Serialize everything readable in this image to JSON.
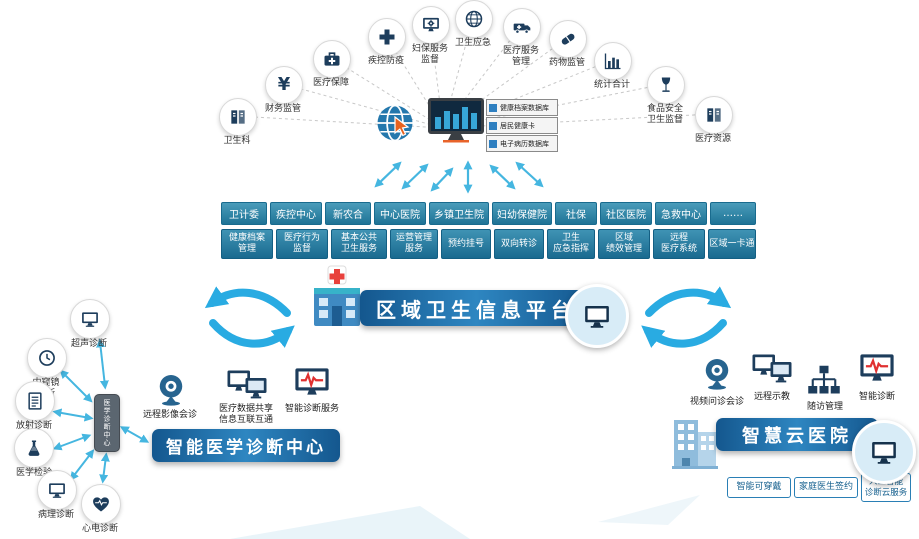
{
  "colors": {
    "accent": "#29abe2",
    "navy": "#1d3d5c",
    "banner_blue": "#14578e",
    "button_teal": "#2e86a8"
  },
  "top_icons": [
    {
      "label": "卫生科",
      "icon": "book-icon"
    },
    {
      "label": "财务监管",
      "icon": "yen-icon"
    },
    {
      "label": "医疗保障",
      "icon": "medkit-icon"
    },
    {
      "label": "疾控防疫",
      "icon": "cross-icon"
    },
    {
      "label": "妇保服务\n监督",
      "icon": "screen-gear-icon"
    },
    {
      "label": "卫生应急",
      "icon": "globe-icon"
    },
    {
      "label": "医疗服务\n管理",
      "icon": "ambulance-icon"
    },
    {
      "label": "药物监管",
      "icon": "pill-icon"
    },
    {
      "label": "统计合计",
      "icon": "chart-icon"
    },
    {
      "label": "食品安全\n卫生监督",
      "icon": "wine-glass-icon"
    },
    {
      "label": "医疗资源",
      "icon": "book-icon"
    }
  ],
  "hub": {
    "databases": [
      "健康档案数据库",
      "居民健康卡",
      "电子病历数据库"
    ]
  },
  "org_buttons": [
    "卫计委",
    "疾控中心",
    "新农合",
    "中心医院",
    "乡镇卫生院",
    "妇幼保健院",
    "社保",
    "社区医院",
    "急救中心",
    "……"
  ],
  "service_buttons": [
    "健康档案\n管理",
    "医疗行为\n监督",
    "基本公共\n卫生服务",
    "运营管理\n服务",
    "预约挂号",
    "双向转诊",
    "卫生\n应急指挥",
    "区域\n绩效管理",
    "远程\n医疗系统",
    "区域一卡通"
  ],
  "platform": {
    "title": "区域卫生信息平台"
  },
  "diagnosis_center": {
    "satellites": [
      "超声诊断",
      "内窥镜\n诊断",
      "放射诊断",
      "医学检验",
      "病理诊断",
      "心电诊断"
    ],
    "device_label": "医学诊断中心",
    "services": [
      "远程影像会诊",
      "医疗数据共享\n信息互联互通",
      "智能诊断服务"
    ],
    "banner": "智能医学诊断中心"
  },
  "cloud_hospital": {
    "services": [
      "视频问诊会诊",
      "远程示教",
      "随访管理",
      "智能诊断"
    ],
    "banner": "智慧云医院",
    "buttons": [
      "智能可穿戴",
      "家庭医生签约",
      "人工智能\n诊断云服务"
    ]
  }
}
